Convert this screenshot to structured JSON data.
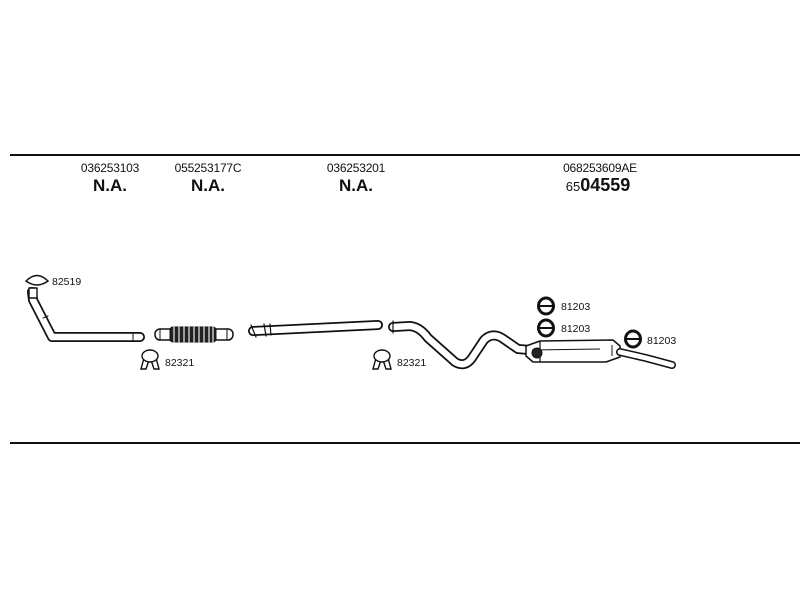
{
  "parts": [
    {
      "part_number": "036253103",
      "oe_code": "N.A."
    },
    {
      "part_number": "055253177C",
      "oe_code": "N.A."
    },
    {
      "part_number": "036253201",
      "oe_code": "N.A."
    },
    {
      "part_number": "068253609AE",
      "ref_prefix": "65",
      "ref_main": "04559"
    }
  ],
  "callouts": {
    "gasket": "82519",
    "clamp_left": "82321",
    "clamp_right": "82321",
    "hanger_top": "81203",
    "hanger_middle": "81203",
    "hanger_right": "81203"
  }
}
